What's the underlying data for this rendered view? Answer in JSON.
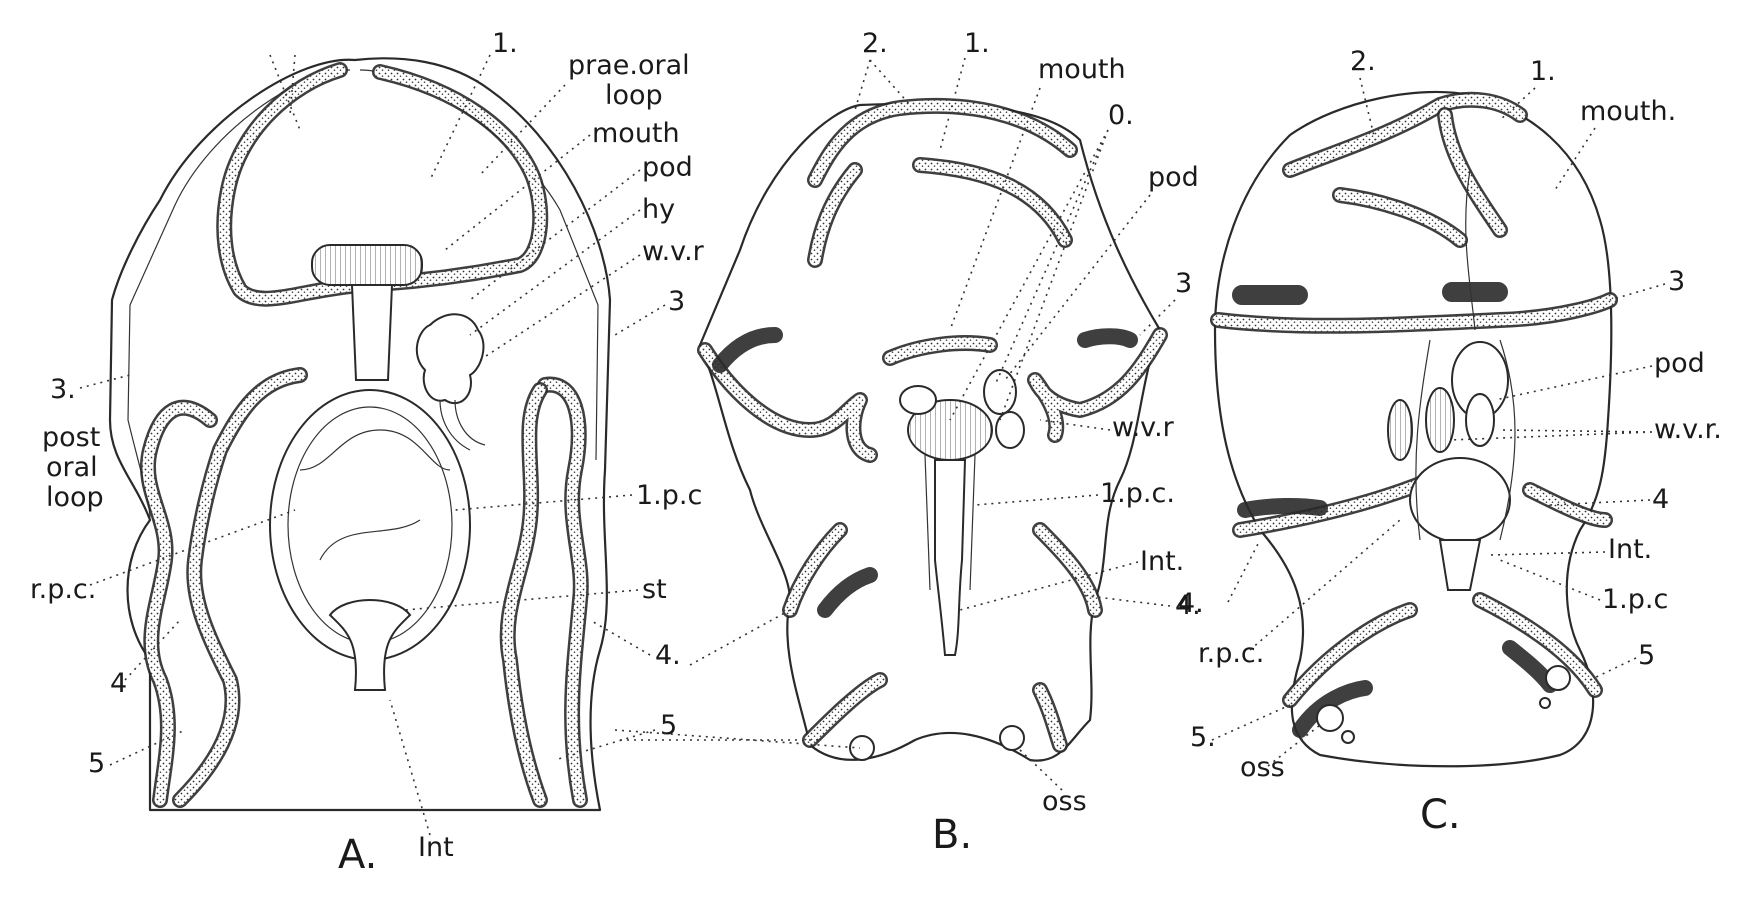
{
  "panels": [
    {
      "letter": "A.",
      "labels": {
        "l1": "1.",
        "prae_oral": "prae.oral",
        "loop": "loop",
        "mouth": "mouth",
        "pod": "pod",
        "hy": "hy",
        "wvr": "w.v.r",
        "three_right": "3",
        "three_left": "3.",
        "post": "post",
        "oral": "oral",
        "loop2": "loop",
        "lpc": "1.p.c",
        "rpc": "r.p.c.",
        "st": "st",
        "four_left": "4",
        "four_right": "4.",
        "five_left": "5",
        "five_right": "5",
        "int": "Int"
      }
    },
    {
      "letter": "B.",
      "labels": {
        "l2": "2.",
        "l1": "1.",
        "mouth": "mouth",
        "o": "0.",
        "pod": "pod",
        "three": "3",
        "wvr": "w.v.r",
        "lpc": "1.p.c.",
        "int": "Int.",
        "four": "4.",
        "oss": "oss"
      }
    },
    {
      "letter": "C.",
      "labels": {
        "l2": "2.",
        "l1": "1.",
        "mouth": "mouth.",
        "three": "3",
        "pod": "pod",
        "wvr": "w.v.r.",
        "four_right": "4",
        "int": "Int.",
        "lpc": "1.p.c",
        "four_left": "4.",
        "rpc": "r.p.c.",
        "five_right": "5",
        "five_left": "5.",
        "oss": "oss"
      }
    }
  ]
}
